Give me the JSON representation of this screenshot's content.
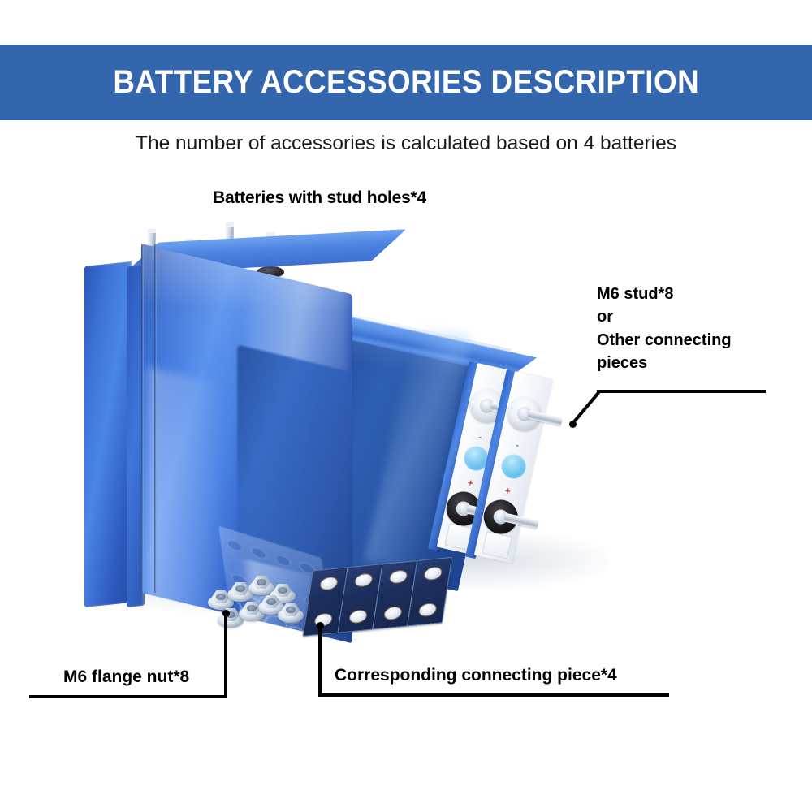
{
  "header": {
    "title": "BATTERY ACCESSORIES DESCRIPTION",
    "banner_color": "#3366AD",
    "title_color": "#FFFFFF"
  },
  "subtitle": {
    "text": "The number of accessories is calculated based on 4 batteries",
    "color": "#1A1A1A"
  },
  "callouts": {
    "batteries": {
      "label": "Batteries with stud holes*4"
    },
    "stud": {
      "line1": "M6 stud*8",
      "line2": "or",
      "line3": "Other connecting",
      "line4": "pieces"
    },
    "flange_nut": {
      "label": "M6 flange nut*8"
    },
    "connecting_piece": {
      "label": "Corresponding connecting piece*4"
    }
  },
  "product": {
    "battery_body_color": "#2E5FB4",
    "terminal_panel_color": "#FFFFFF",
    "vent_color": "#7FCDF2",
    "busbar_color": "#1D2F5E",
    "nut_color": "#DFE7F1",
    "positive_mark": "+",
    "negative_mark": "-",
    "stud_count_top": 4,
    "nut_count": 8,
    "busbar_count": 4
  }
}
